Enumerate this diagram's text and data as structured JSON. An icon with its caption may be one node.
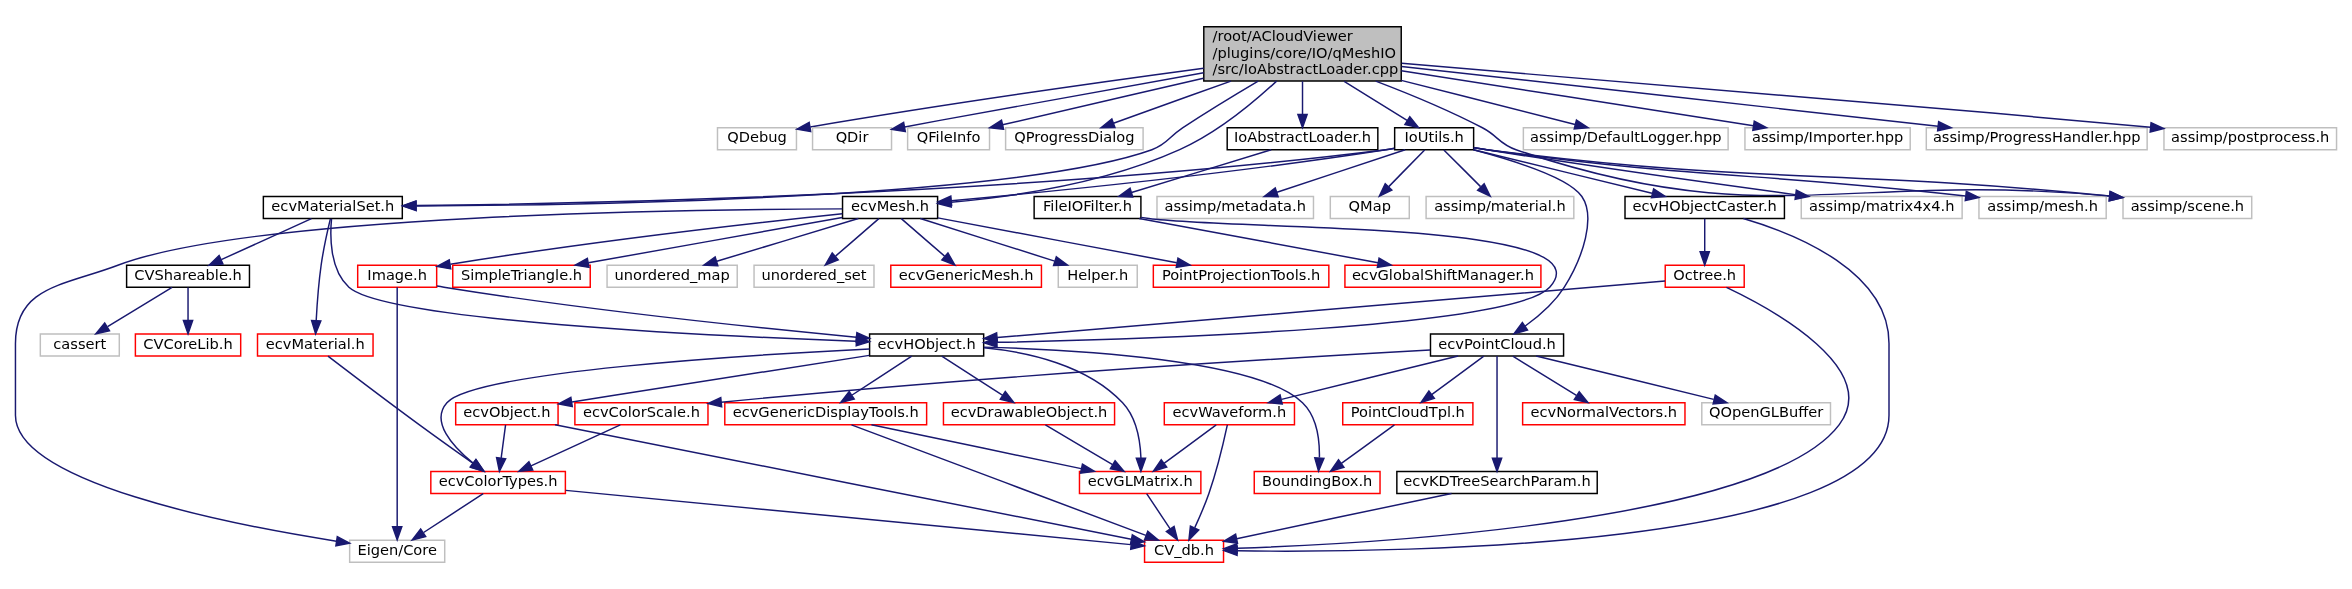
{
  "diagram": {
    "nodes": [
      {
        "text": [
          "/root/ACloudViewer /plugins/core/IO/qMeshIO /src/IoAbstractLoader.cpp"
        ]
      },
      {
        "text": [
          "QDebug"
        ]
      },
      {
        "text": [
          "QDir"
        ]
      },
      {
        "text": [
          "QFileInfo"
        ]
      },
      {
        "text": [
          "QProgressDialog"
        ]
      },
      {
        "text": [
          "IoAbstractLoader.h"
        ]
      },
      {
        "text": [
          "IoUtils.h"
        ]
      },
      {
        "text": [
          "assimp/DefaultLogger.hpp"
        ]
      },
      {
        "text": [
          "assimp/Importer.hpp"
        ]
      },
      {
        "text": [
          "assimp/ProgressHandler.hpp"
        ]
      },
      {
        "text": [
          "assimp/postprocess.h"
        ]
      },
      {
        "text": [
          "ecvMaterialSet.h"
        ]
      },
      {
        "text": [
          "ecvMesh.h"
        ]
      },
      {
        "text": [
          "FileIOFilter.h"
        ]
      },
      {
        "text": [
          "assimp/matrix4x4.h"
        ]
      },
      {
        "text": [
          "assimp/mesh.h"
        ]
      },
      {
        "text": [
          "assimp/metadata.h"
        ]
      },
      {
        "text": [
          "ecvHObjectCaster.h"
        ]
      },
      {
        "text": [
          "QMap"
        ]
      },
      {
        "text": [
          "assimp/material.h"
        ]
      },
      {
        "text": [
          "assimp/scene.h"
        ]
      },
      {
        "text": [
          "CVShareable.h"
        ]
      },
      {
        "text": [
          "Image.h"
        ]
      },
      {
        "text": [
          "unordered_map"
        ]
      },
      {
        "text": [
          "unordered_set"
        ]
      },
      {
        "text": [
          "ecvGenericMesh.h"
        ]
      },
      {
        "text": [
          "Helper.h"
        ]
      },
      {
        "text": [
          "PointProjectionTools.h"
        ]
      },
      {
        "text": [
          "SimpleTriangle.h"
        ]
      },
      {
        "text": [
          "ecvGlobalShiftManager.h"
        ]
      },
      {
        "text": [
          "Octree.h"
        ]
      },
      {
        "text": [
          "CVCoreLib.h"
        ]
      },
      {
        "text": [
          "cassert"
        ]
      },
      {
        "text": [
          "ecvMaterial.h"
        ]
      },
      {
        "text": [
          "ecvHObject.h"
        ]
      },
      {
        "text": [
          "ecvPointCloud.h"
        ]
      },
      {
        "text": [
          "ecvObject.h"
        ]
      },
      {
        "text": [
          "ecvDrawableObject.h"
        ]
      },
      {
        "text": [
          "ecvColorScale.h"
        ]
      },
      {
        "text": [
          "ecvGenericDisplayTools.h"
        ]
      },
      {
        "text": [
          "ecvWaveform.h"
        ]
      },
      {
        "text": [
          "PointCloudTpl.h"
        ]
      },
      {
        "text": [
          "QOpenGLBuffer"
        ]
      },
      {
        "text": [
          "ecvNormalVectors.h"
        ]
      },
      {
        "text": [
          "ecvColorTypes.h"
        ]
      },
      {
        "text": [
          "ecvGLMatrix.h"
        ]
      },
      {
        "text": [
          "BoundingBox.h"
        ]
      },
      {
        "text": [
          "ecvKDTreeSearchParam.h"
        ]
      },
      {
        "text": [
          "Eigen/Core"
        ]
      },
      {
        "text": [
          "CV_db.h"
        ]
      }
    ],
    "edges": [
      {
        "from": 0,
        "to": 1,
        "arrow": "to"
      },
      {
        "from": 0,
        "to": 2,
        "arrow": "to"
      },
      {
        "from": 0,
        "to": 3,
        "arrow": "to"
      },
      {
        "from": 0,
        "to": 4,
        "arrow": "to"
      },
      {
        "from": 0,
        "to": 11,
        "arrow": "to"
      },
      {
        "from": 0,
        "to": 12,
        "arrow": "to"
      },
      {
        "from": 0,
        "to": 5,
        "arrow": "to"
      },
      {
        "from": 0,
        "to": 6,
        "arrow": "to"
      },
      {
        "from": 0,
        "to": 20,
        "arrow": "to"
      },
      {
        "from": 0,
        "to": 7,
        "arrow": "to"
      },
      {
        "from": 0,
        "to": 8,
        "arrow": "to"
      },
      {
        "from": 0,
        "to": 9,
        "arrow": "to"
      },
      {
        "from": 0,
        "to": 10,
        "arrow": "to"
      },
      {
        "from": 5,
        "to": 13,
        "arrow": "to"
      },
      {
        "from": 6,
        "to": 11,
        "arrow": "to"
      },
      {
        "from": 6,
        "to": 12,
        "arrow": "to"
      },
      {
        "from": 6,
        "to": 14,
        "arrow": "to"
      },
      {
        "from": 6,
        "to": 15,
        "arrow": "to"
      },
      {
        "from": 6,
        "to": 16,
        "arrow": "to"
      },
      {
        "from": 6,
        "to": 35,
        "arrow": "to"
      },
      {
        "from": 6,
        "to": 17,
        "arrow": "to"
      },
      {
        "from": 6,
        "to": 18,
        "arrow": "to"
      },
      {
        "from": 6,
        "to": 19,
        "arrow": "to"
      },
      {
        "from": 6,
        "to": 20,
        "arrow": "to"
      },
      {
        "from": 11,
        "to": 21,
        "arrow": "to"
      },
      {
        "from": 11,
        "to": 33,
        "arrow": "to"
      },
      {
        "from": 11,
        "to": 34,
        "arrow": "to"
      },
      {
        "from": 12,
        "to": 48,
        "arrow": "to"
      },
      {
        "from": 12,
        "to": 22,
        "arrow": "to"
      },
      {
        "from": 12,
        "to": 23,
        "arrow": "to"
      },
      {
        "from": 12,
        "to": 24,
        "arrow": "to"
      },
      {
        "from": 12,
        "to": 25,
        "arrow": "to"
      },
      {
        "from": 12,
        "to": 26,
        "arrow": "to"
      },
      {
        "from": 12,
        "to": 27,
        "arrow": "to"
      },
      {
        "from": 12,
        "to": 28,
        "arrow": "to"
      },
      {
        "from": 13,
        "to": 29,
        "arrow": "to"
      },
      {
        "from": 13,
        "to": 34,
        "arrow": "to"
      },
      {
        "from": 17,
        "to": 30,
        "arrow": "to"
      },
      {
        "from": 17,
        "to": 49,
        "arrow": "to"
      },
      {
        "from": 21,
        "to": 31,
        "arrow": "to"
      },
      {
        "from": 21,
        "to": 32,
        "arrow": "to"
      },
      {
        "from": 22,
        "to": 48,
        "arrow": "to"
      },
      {
        "from": 22,
        "to": 34,
        "arrow": "to"
      },
      {
        "from": 30,
        "to": 34,
        "arrow": "to"
      },
      {
        "from": 30,
        "to": 49,
        "arrow": "to"
      },
      {
        "from": 33,
        "to": 44,
        "arrow": "to"
      },
      {
        "from": 34,
        "to": 36,
        "arrow": "to"
      },
      {
        "from": 34,
        "to": 37,
        "arrow": "to"
      },
      {
        "from": 34,
        "to": 44,
        "arrow": "to"
      },
      {
        "from": 34,
        "to": 45,
        "arrow": "to"
      },
      {
        "from": 34,
        "to": 39,
        "arrow": "to"
      },
      {
        "from": 34,
        "to": 46,
        "arrow": "to"
      },
      {
        "from": 35,
        "to": 38,
        "arrow": "to"
      },
      {
        "from": 35,
        "to": 40,
        "arrow": "to"
      },
      {
        "from": 35,
        "to": 41,
        "arrow": "to"
      },
      {
        "from": 35,
        "to": 42,
        "arrow": "to"
      },
      {
        "from": 35,
        "to": 43,
        "arrow": "to"
      },
      {
        "from": 35,
        "to": 47,
        "arrow": "to"
      },
      {
        "from": 36,
        "to": 44,
        "arrow": "to"
      },
      {
        "from": 36,
        "to": 49,
        "arrow": "to"
      },
      {
        "from": 37,
        "to": 45,
        "arrow": "to"
      },
      {
        "from": 38,
        "to": 44,
        "arrow": "to"
      },
      {
        "from": 39,
        "to": 45,
        "arrow": "to"
      },
      {
        "from": 39,
        "to": 49,
        "arrow": "to"
      },
      {
        "from": 40,
        "to": 45,
        "arrow": "to"
      },
      {
        "from": 40,
        "to": 49,
        "arrow": "to"
      },
      {
        "from": 41,
        "to": 46,
        "arrow": "to"
      },
      {
        "from": 44,
        "to": 48,
        "arrow": "to"
      },
      {
        "from": 44,
        "to": 49,
        "arrow": "to"
      },
      {
        "from": 45,
        "to": 49,
        "arrow": "to"
      },
      {
        "from": 47,
        "to": 49,
        "arrow": "to"
      }
    ]
  }
}
